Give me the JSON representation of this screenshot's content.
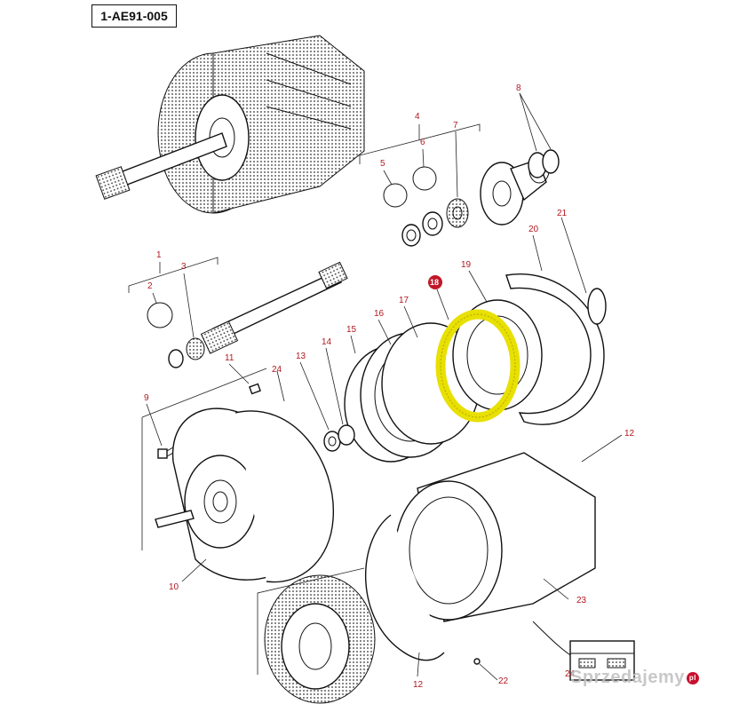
{
  "reference_code": "1-AE91-005",
  "callouts": {
    "c1": "1",
    "c2": "2",
    "c3": "3",
    "c4": "4",
    "c5": "5",
    "c6": "6",
    "c7": "7",
    "c8": "8",
    "c9": "9",
    "c10": "10",
    "c11": "11",
    "c12a": "12",
    "c12b": "12",
    "c13": "13",
    "c14": "14",
    "c15": "15",
    "c16": "16",
    "c17": "17",
    "c18": "18",
    "c19": "19",
    "c20": "20",
    "c21": "21",
    "c22": "22",
    "c23": "23",
    "c24a": "24",
    "c24b": "24"
  },
  "highlighted_part": "18",
  "colors": {
    "callout": "#b01820",
    "highlight": "#e8e000",
    "badge": "#c01828"
  },
  "watermark": {
    "text": "Sprzedajemy",
    "suffix": "pl"
  }
}
